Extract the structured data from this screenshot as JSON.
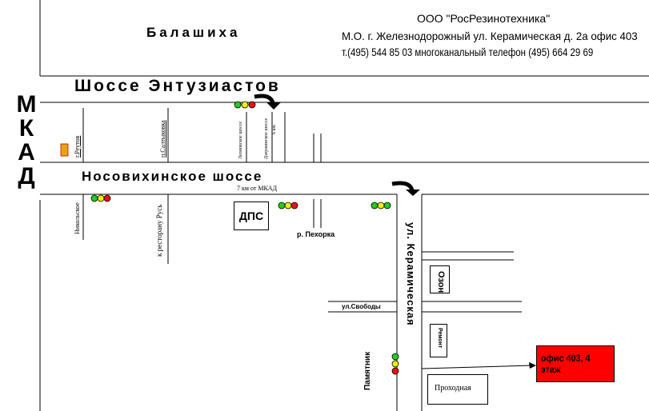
{
  "company": {
    "name": "ООО \"РосРезинотехника\"",
    "address": "М.О. г. Железнодорожный ул. Керамическая д. 2а офис 403",
    "phones": "т.(495) 544 85 03  многоканальный телефон (495) 664 29 69"
  },
  "labels": {
    "city": "Балашиха",
    "highway_top": "Шоссе Энтузиастов",
    "highway_mid": "Носовихинское шоссе",
    "ring_road": [
      "М",
      "К",
      "А",
      "Д"
    ],
    "km_marker": "7 км от МКАД",
    "police_post": "ДПС",
    "river": "р. Пехорка",
    "street_main": "ул. Керамическая",
    "street_svoboda": "ул.Свободы",
    "monument": "Памятник",
    "checkpoint": "Проходная",
    "office": "офис 403, 4 этаж",
    "reutov": "г.Реутов",
    "saltykovka": "п.Салтыковка",
    "road_v1": "Леоновское шоссе",
    "road_v2": "Дзержинское шоссе",
    "road_v2b": "6 км.",
    "road_v3": "Никольское",
    "road_v4": "к ресторану Русь",
    "bldg_1": "Озон",
    "bldg_2": "Ремонт"
  },
  "colors": {
    "light_green": "#22cc22",
    "light_yellow": "#eeee00",
    "light_red": "#ee1111",
    "office_fill": "#ff0000",
    "mcd_fill": "#e8a317"
  },
  "icons": {
    "turn_arrow": "curved-arrow-icon",
    "mcdonalds": "mcdonalds-icon",
    "traffic_light": "traffic-light-icon"
  }
}
